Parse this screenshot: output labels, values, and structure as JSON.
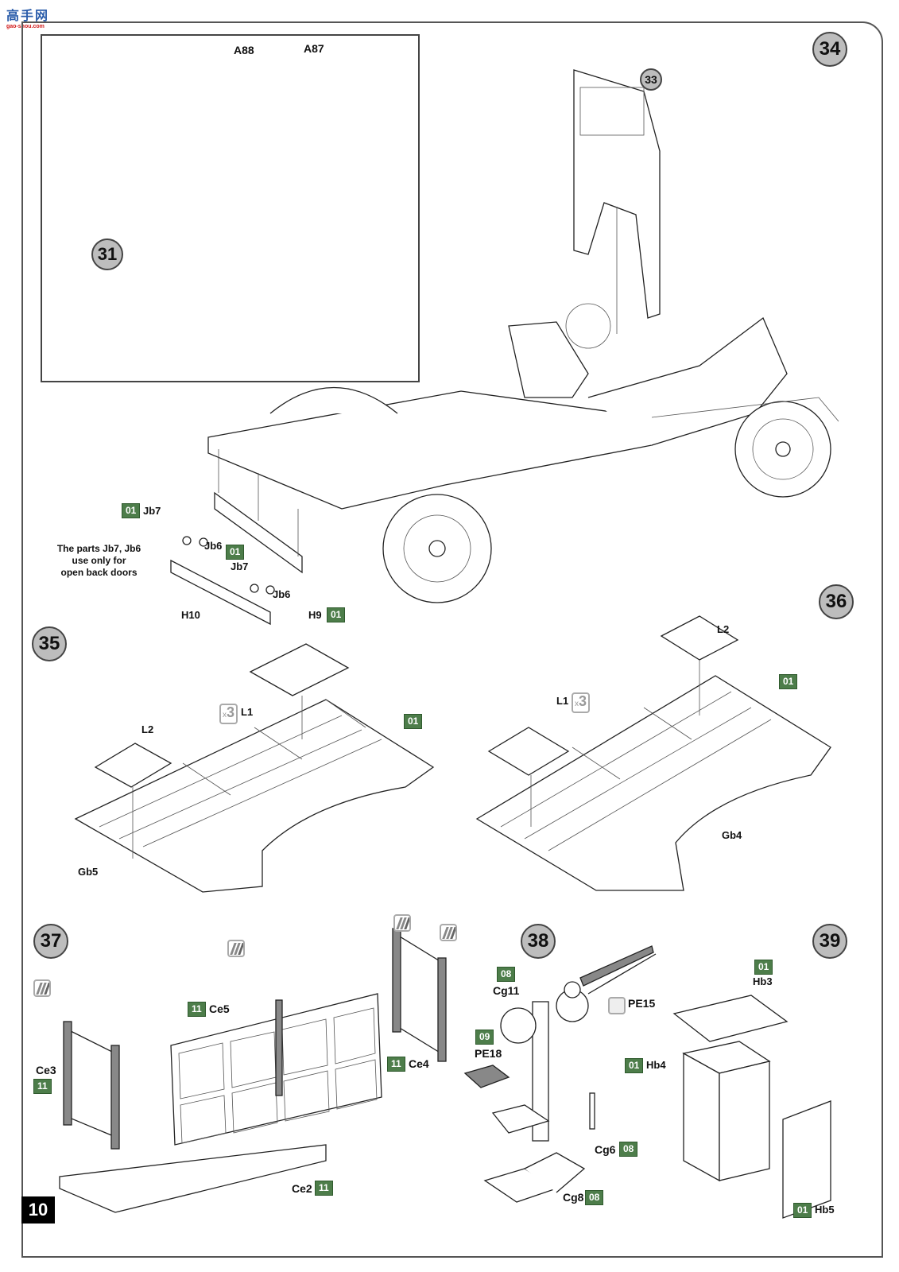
{
  "watermark": {
    "logo_text": "高手网",
    "site": "gao-shou.com"
  },
  "page_number": "10",
  "steps": {
    "s31": "31",
    "s33": "33",
    "s34": "34",
    "s35": "35",
    "s36": "36",
    "s37": "37",
    "s38": "38",
    "s39": "39"
  },
  "step34": {
    "inset_labels": {
      "a88": "A88",
      "a87": "A87"
    },
    "parts": {
      "jb7_top": "Jb7",
      "jb6_top": "Jb6",
      "jb7_bottom": "Jb7",
      "jb6_bottom": "Jb6",
      "h10": "H10",
      "h9": "H9"
    },
    "badges": {
      "jb7_top": "01",
      "jb6_top": "01",
      "h9": "01"
    },
    "note": [
      "The parts Jb7, Jb6",
      "use only for",
      "open back doors"
    ]
  },
  "step35": {
    "parts": {
      "l1": "L1",
      "l2": "L2",
      "gb5": "Gb5"
    },
    "multiplier": "3",
    "multiplier_prefix": "x",
    "badges": {
      "frame": "01"
    }
  },
  "step36": {
    "parts": {
      "l1": "L1",
      "l2": "L2",
      "gb4": "Gb4"
    },
    "multiplier": "3",
    "multiplier_prefix": "x",
    "badges": {
      "frame": "01"
    }
  },
  "step37": {
    "parts": {
      "ce3": "Ce3",
      "ce5": "Ce5",
      "ce4": "Ce4",
      "ce2": "Ce2"
    },
    "badges": {
      "ce3": "11",
      "ce5": "11",
      "ce4": "11",
      "ce2": "11"
    }
  },
  "step38": {
    "parts": {
      "cg11": "Cg11",
      "pe15": "PE15",
      "pe18": "PE18",
      "cg6": "Cg6",
      "cg8": "Cg8"
    },
    "badges": {
      "cg11": "08",
      "pe18": "09",
      "cg6": "08",
      "cg8": "08"
    }
  },
  "step39": {
    "parts": {
      "hb3": "Hb3",
      "hb4": "Hb4",
      "hb5": "Hb5"
    },
    "badges": {
      "hb3": "01",
      "hb4": "01",
      "hb5": "01"
    }
  },
  "colors": {
    "badge_green": "#4d7d4a",
    "step_circle": "#bdbdbd",
    "page_tab": "#000000"
  }
}
